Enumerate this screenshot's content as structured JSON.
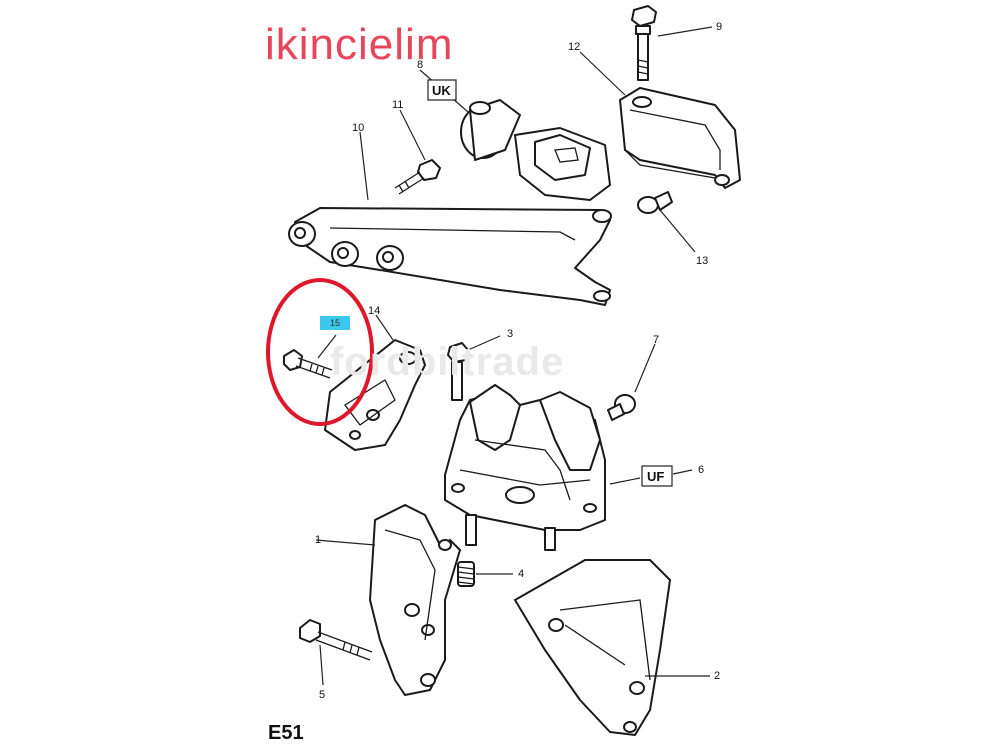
{
  "overlay": {
    "title": "ikincielim",
    "watermark": "fordbiltrade",
    "highlighted_part": "15",
    "annotation_color": "#e0162b",
    "title_color": "#e8455a",
    "highlight_color": "#3cc8ec"
  },
  "diagram": {
    "code": "E51",
    "tags": [
      {
        "id": "uk",
        "label": "UK"
      },
      {
        "id": "uf",
        "label": "UF"
      }
    ],
    "callouts": [
      {
        "id": "c1",
        "label": "1"
      },
      {
        "id": "c2",
        "label": "2"
      },
      {
        "id": "c3",
        "label": "3"
      },
      {
        "id": "c4",
        "label": "4"
      },
      {
        "id": "c5",
        "label": "5"
      },
      {
        "id": "c6",
        "label": "6"
      },
      {
        "id": "c7",
        "label": "7"
      },
      {
        "id": "c8",
        "label": "8"
      },
      {
        "id": "c9",
        "label": "9"
      },
      {
        "id": "c10",
        "label": "10"
      },
      {
        "id": "c11",
        "label": "11"
      },
      {
        "id": "c12",
        "label": "12"
      },
      {
        "id": "c13",
        "label": "13"
      },
      {
        "id": "c14",
        "label": "14"
      }
    ]
  }
}
